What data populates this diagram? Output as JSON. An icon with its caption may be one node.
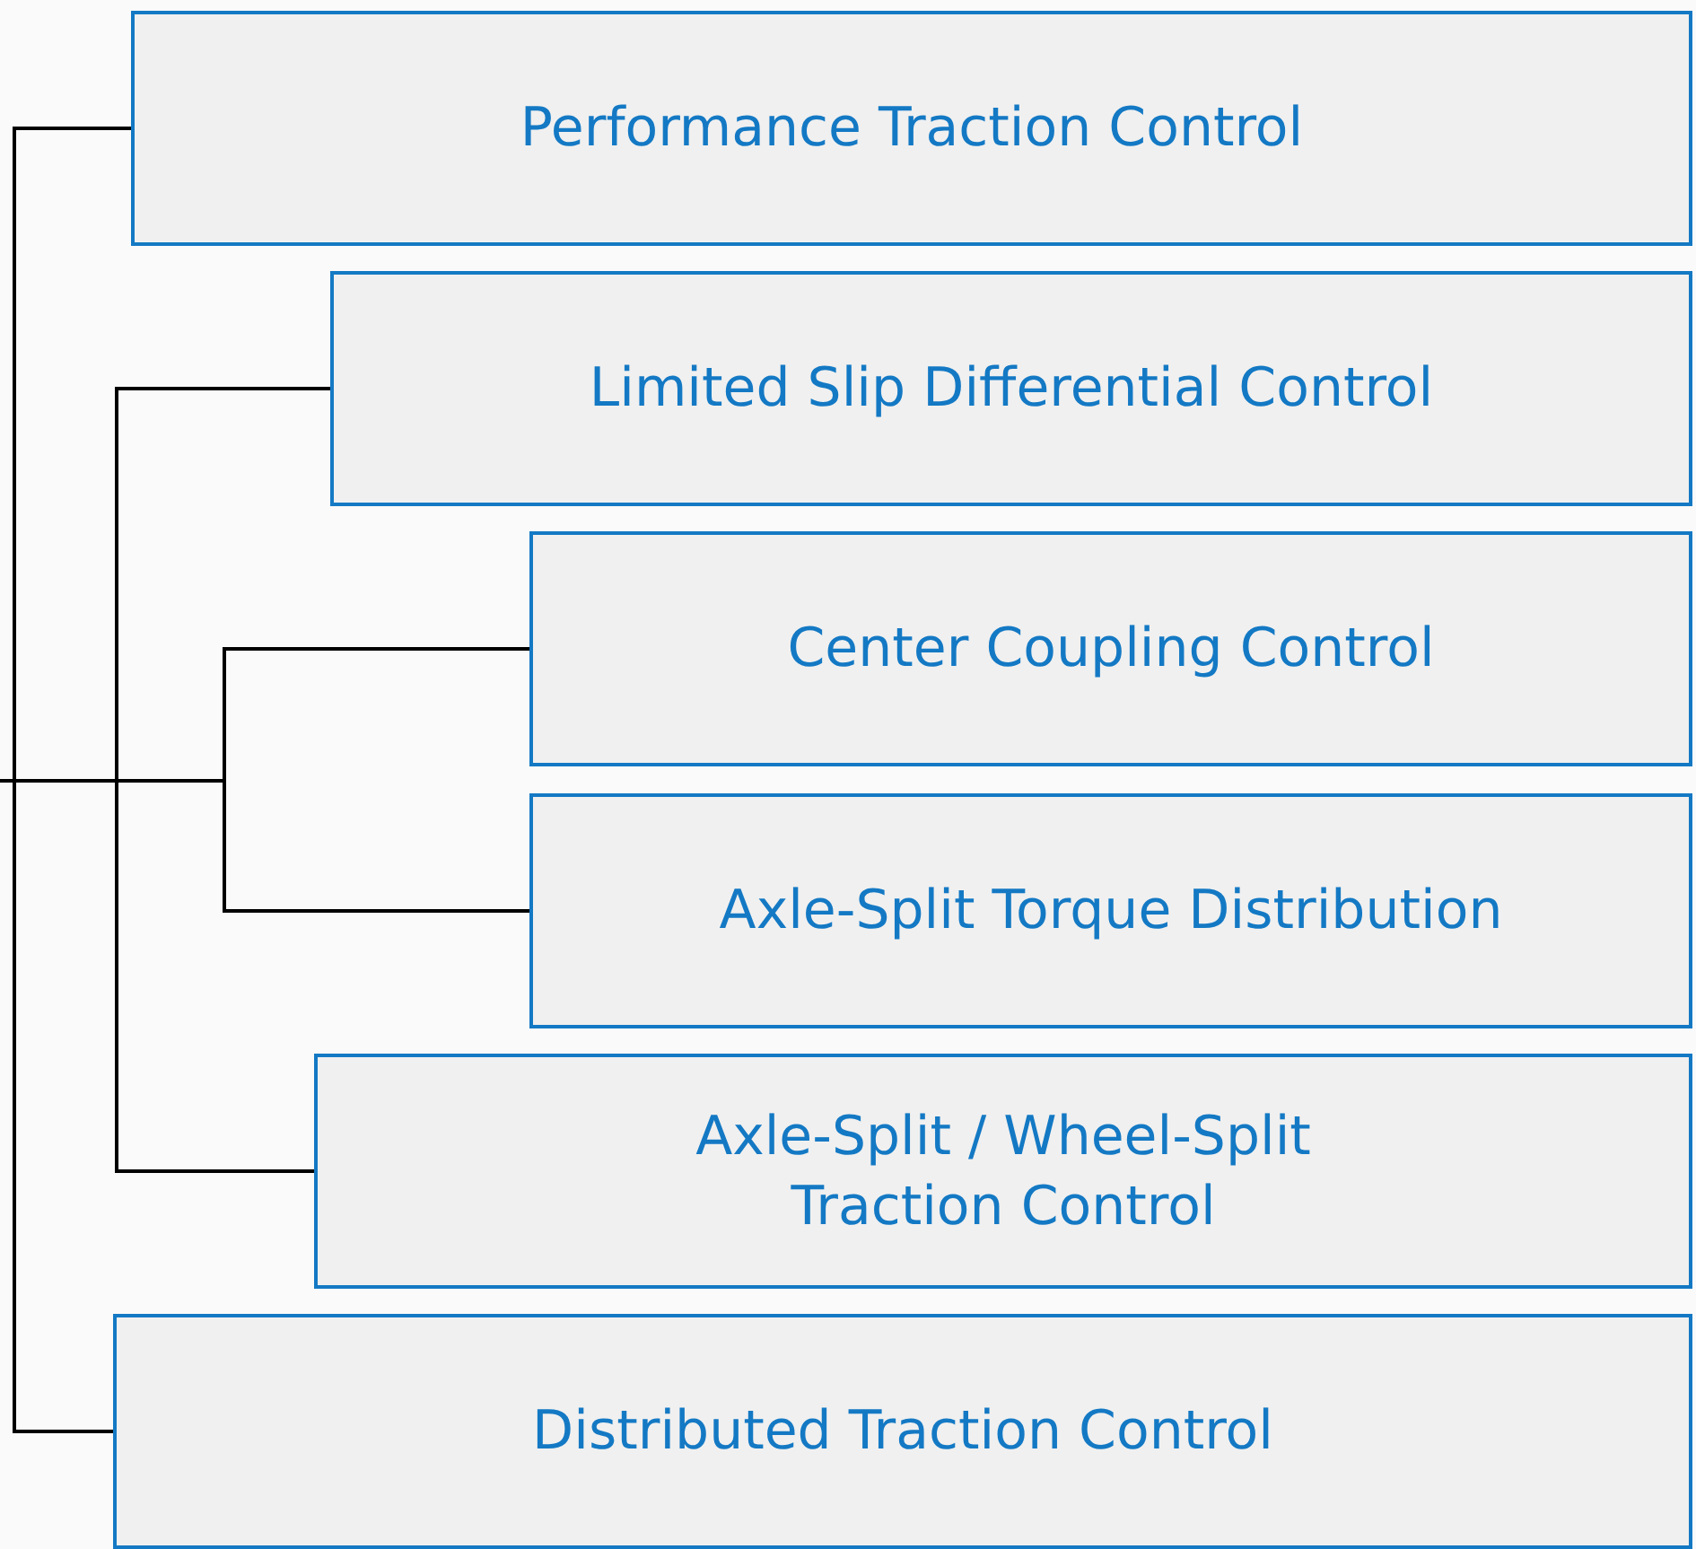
{
  "diagram": {
    "nodes": [
      {
        "text": [
          "Performance Traction Control"
        ]
      },
      {
        "text": [
          "Limited Slip Differential Control"
        ]
      },
      {
        "text": [
          "Center Coupling Control"
        ]
      },
      {
        "text": [
          "Axle-Split Torque Distribution"
        ]
      },
      {
        "text": [
          "Axle-Split / Wheel-Split Traction Control"
        ]
      },
      {
        "text": [
          "Distributed Traction Control"
        ]
      }
    ],
    "edges": [
      {
        "from": null,
        "to": 0,
        "arrow": "none"
      },
      {
        "from": null,
        "to": 1,
        "arrow": "none"
      },
      {
        "from": null,
        "to": 2,
        "arrow": "none"
      },
      {
        "from": null,
        "to": 3,
        "arrow": "none"
      },
      {
        "from": null,
        "to": 4,
        "arrow": "none"
      },
      {
        "from": null,
        "to": 5,
        "arrow": "none"
      }
    ]
  }
}
